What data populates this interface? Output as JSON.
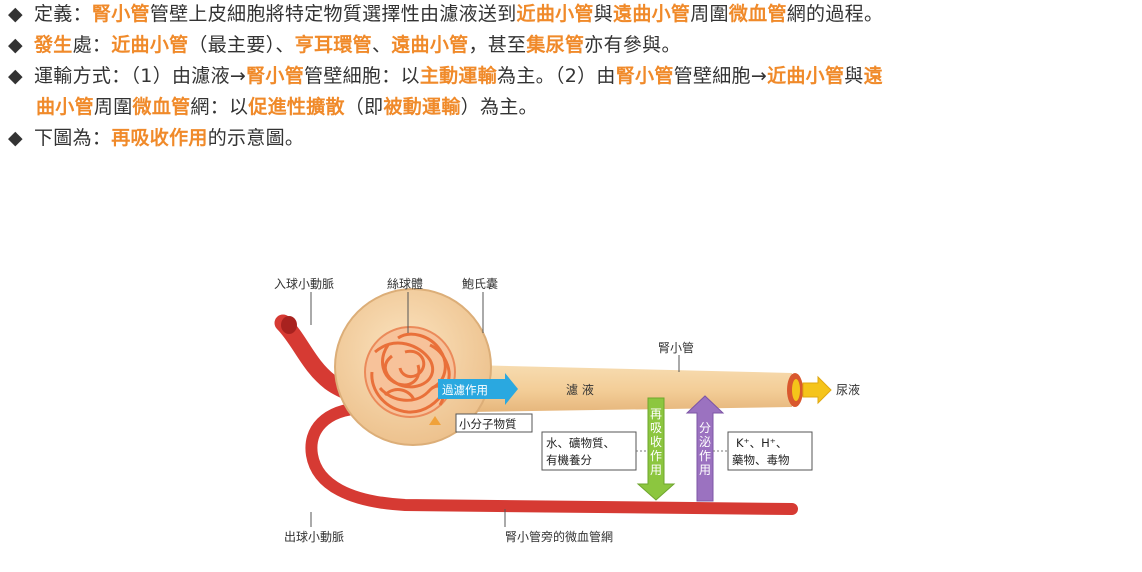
{
  "paragraphs": {
    "p1": [
      "◆",
      "定義：",
      "腎小管",
      "管壁上皮細胞將特定物質選擇性由濾液送到",
      "近曲小管",
      "與",
      "遠曲小管",
      "周圍",
      "微血管",
      "網的過程。"
    ],
    "p2": [
      "◆",
      "發生",
      "處：",
      "近曲小管",
      "（最主要）、",
      "亨耳環管",
      "、",
      "遠曲小管",
      "，甚至",
      "集尿管",
      "亦有參與。"
    ],
    "p3a": [
      "◆",
      "運輸方式：（1）由濾液→",
      "腎小管",
      "管壁細胞：以",
      "主動運輸",
      "為主。（2）由",
      "腎小管",
      "管壁細胞→",
      "近曲小管",
      "與",
      "遠"
    ],
    "p3b": [
      "曲小管",
      "周圍",
      "微血管",
      "網：以",
      "促進性擴散",
      "（即",
      "被動運輸",
      "）為主。"
    ],
    "p5": [
      "◆",
      "下圖為：",
      "再吸收作用",
      "的示意圖。"
    ]
  },
  "diagram": {
    "labels": {
      "afferent": "入球小動脈",
      "glomerulus": "絲球體",
      "bowman": "鮑氏囊",
      "tubule": "腎小管",
      "urine": "尿液",
      "efferent": "出球小動脈",
      "capillary": "腎小管旁的微血管網"
    },
    "filtration": "過濾作用",
    "filtrate": "濾 液",
    "small_molecules": "小分子物質",
    "reabsorption": "再吸收作用",
    "secretion": "分泌作用",
    "reabsorbed_box": [
      "水、礦物質、",
      "有機養分"
    ],
    "secreted_box": [
      "K⁺、H⁺、",
      "藥物、毒物"
    ]
  },
  "colors": {
    "highlight": "#f08a2a",
    "vessel": "#e0443c",
    "tubule": "#f5d2a0",
    "filtration_arrow": "#2aa8e0",
    "reabsorption_arrow": "#8cc63f",
    "secretion_arrow": "#9b72c0",
    "urine_arrow": "#f5c41a"
  }
}
